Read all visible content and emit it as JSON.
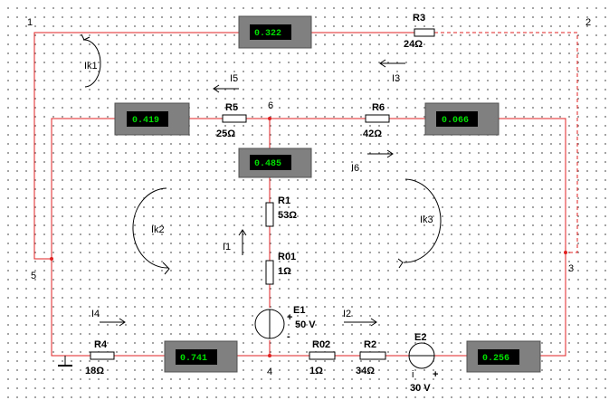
{
  "nodes": {
    "n1": "1",
    "n2": "2",
    "n3": "3",
    "n4": "4",
    "n5": "5",
    "n6": "6"
  },
  "meters": {
    "top": "0.322",
    "left": "0.419",
    "right": "0.066",
    "center": "0.485",
    "bottom_left": "0.741",
    "bottom_right": "0.256"
  },
  "resistors": {
    "R3": {
      "name": "R3",
      "value": "24Ω"
    },
    "R5": {
      "name": "R5",
      "value": "25Ω"
    },
    "R6": {
      "name": "R6",
      "value": "42Ω"
    },
    "R1": {
      "name": "R1",
      "value": "53Ω"
    },
    "R01": {
      "name": "R01",
      "value": "1Ω"
    },
    "R4": {
      "name": "R4",
      "value": "18Ω"
    },
    "R02": {
      "name": "R02",
      "value": "1Ω"
    },
    "R2": {
      "name": "R2",
      "value": "34Ω"
    }
  },
  "sources": {
    "E1": {
      "name": "E1",
      "value": "50 V"
    },
    "E2": {
      "name": "E2",
      "value": "30 V"
    }
  },
  "currents": {
    "I1": "I1",
    "I2": "I2",
    "I3": "I3",
    "I4": "I4",
    "I5": "I5",
    "I6": "I6"
  },
  "loops": {
    "Ik1": "Ik1",
    "Ik2": "Ik2",
    "Ik3": "Ik3"
  },
  "polarity": {
    "plus": "+",
    "minus": "-",
    "i": "i"
  }
}
